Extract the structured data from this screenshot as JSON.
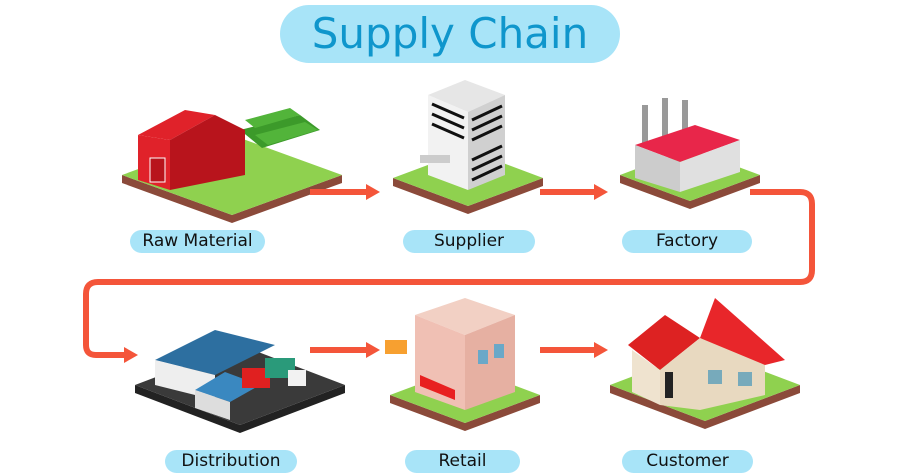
{
  "title": "Supply Chain",
  "stages": [
    {
      "label": "Raw Material",
      "icon": "barn-field-icon"
    },
    {
      "label": "Supplier",
      "icon": "office-building-icon"
    },
    {
      "label": "Factory",
      "icon": "factory-icon"
    },
    {
      "label": "Distribution",
      "icon": "warehouse-trucks-icon"
    },
    {
      "label": "Retail",
      "icon": "retail-store-icon"
    },
    {
      "label": "Customer",
      "icon": "house-icon"
    }
  ],
  "colors": {
    "title_bg": "#a8e4f8",
    "title_text": "#0f96cc",
    "arrow": "#f4553a",
    "grass": "#8fd14f",
    "soil": "#8b4a3a"
  }
}
